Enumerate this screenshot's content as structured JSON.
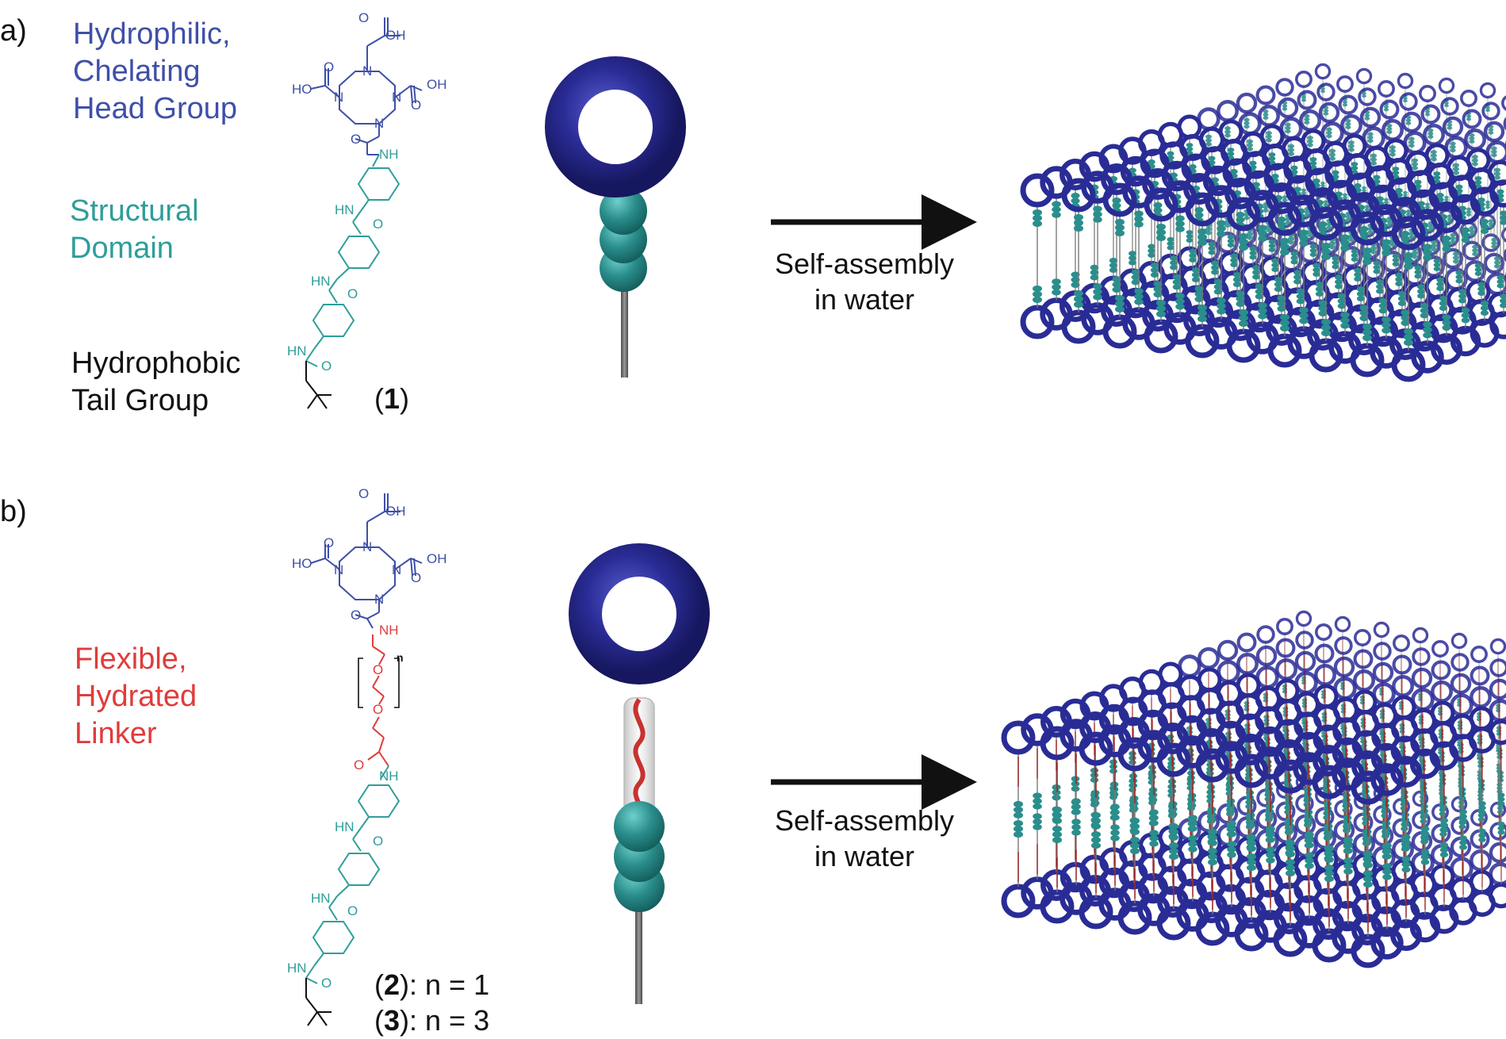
{
  "colors": {
    "head_blue": "#3f4fa8",
    "struct_teal": "#2e9e9a",
    "linker_red": "#e03c3c",
    "ring_blue": "#2a2c96",
    "bead_teal": "#2a8e8c",
    "tail_gray": "#6e6e6e",
    "arrow_black": "#111111"
  },
  "panel_a": {
    "letter": "a)",
    "head_label": [
      "Hydrophilic,",
      "Chelating",
      "Head Group"
    ],
    "structural_label": [
      "Structural",
      "Domain"
    ],
    "tail_label": [
      "Hydrophobic",
      "Tail Group"
    ],
    "compound": {
      "open": "(",
      "num": "1",
      "close": ")"
    },
    "arrow_text": [
      "Self-assembly",
      "in water"
    ]
  },
  "panel_b": {
    "letter": "b)",
    "linker_label": [
      "Flexible,",
      "Hydrated",
      "Linker"
    ],
    "compound_2": {
      "open": "(",
      "num": "2",
      "rest": "): n = 1"
    },
    "compound_3": {
      "open": "(",
      "num": "3",
      "rest": "): n = 3"
    },
    "arrow_text": [
      "Self-assembly",
      "in water"
    ]
  },
  "chem_labels": {
    "oh": "OH",
    "ho": "HO",
    "n": "N",
    "o": "O",
    "nh": "NH",
    "hn": "HN",
    "sub_n": "n"
  },
  "icons": {
    "molecule_a": "amphiphile-cartoon",
    "molecule_b": "amphiphile-linker-cartoon",
    "assembly": "nanoribbon-bilayer-render"
  }
}
